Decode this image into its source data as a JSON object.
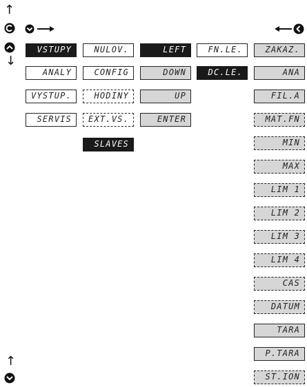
{
  "menu": {
    "col1": [
      "VSTUPY",
      "ANALY",
      "VYSTUP.",
      "SERVIS"
    ],
    "col2": [
      "NULOV.",
      "CONFIG",
      "HODINY",
      "EXT.VS.",
      "SLAVES"
    ],
    "col3": [
      "LEFT",
      "DOWN",
      "UP",
      "ENTER"
    ],
    "col4": [
      "FN.LE.",
      "DC.LE."
    ],
    "col5": [
      "ZAKAZ.",
      "ANA",
      "FIL.A",
      "MAT.FN",
      "MIN",
      "MAX",
      "LIM 1",
      "LIM 2",
      "LIM 3",
      "LIM 4",
      "CAS",
      "DATUM",
      "TARA",
      "P.TARA",
      "ST.ION"
    ]
  },
  "icons": {
    "arrow_up_top": "up-arrow-icon",
    "arrow_down_left": "down-arrow-icon",
    "arrow_up_bottom": "up-arrow-icon",
    "c_button": "circle-c-icon",
    "up_button": "circle-up-icon",
    "down_button_top": "circle-down-icon",
    "down_button_bottom": "circle-down-icon",
    "left_button": "circle-left-icon",
    "arrow_right": "right-arrow-icon",
    "arrow_left": "left-arrow-icon"
  },
  "colors": {
    "dark": "#1a1a1a",
    "grey": "#d6d6d6",
    "line": "#222222"
  }
}
